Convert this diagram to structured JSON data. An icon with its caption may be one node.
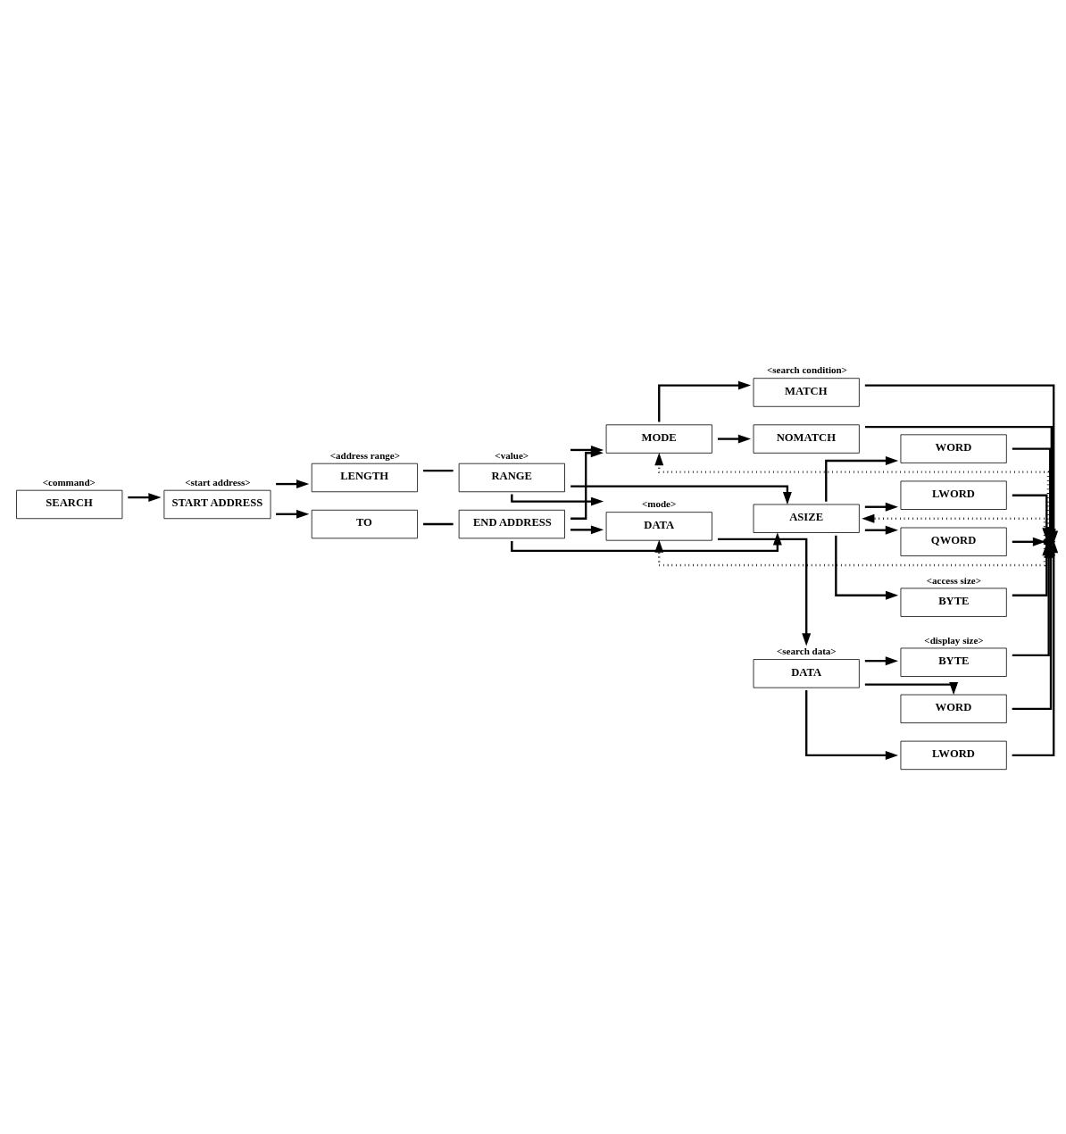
{
  "diagram": {
    "nodes": [
      {
        "text": [
          "SEARCH"
        ],
        "beside": [
          "<command>"
        ]
      },
      {
        "text": [
          "START ADDRESS"
        ],
        "beside": [
          "<start address>"
        ]
      },
      {
        "text": [
          "LENGTH"
        ],
        "beside": [
          "<address range>"
        ]
      },
      {
        "text": [
          "RANGE"
        ],
        "beside": [
          "<value>"
        ]
      },
      {
        "text": [
          "TO"
        ]
      },
      {
        "text": [
          "END ADDRESS"
        ]
      },
      {
        "text": [
          "DATA"
        ],
        "beside": [
          "<mode>"
        ]
      },
      {
        "text": [
          "DATA"
        ],
        "beside": [
          "<search data>"
        ]
      },
      {
        "text": [
          "BYTE"
        ],
        "beside": [
          "<display size>"
        ]
      },
      {
        "text": [
          "WORD"
        ]
      },
      {
        "text": [
          "LWORD"
        ]
      },
      {
        "text": [
          "MODE"
        ]
      },
      {
        "text": [
          "MATCH"
        ],
        "beside": [
          "<search condition>"
        ]
      },
      {
        "text": [
          "NOMATCH"
        ]
      },
      {
        "text": [
          "ASIZE"
        ]
      },
      {
        "text": [
          "BYTE"
        ],
        "beside": [
          "<access size>"
        ]
      },
      {
        "text": [
          "WORD"
        ]
      },
      {
        "text": [
          "LWORD"
        ]
      },
      {
        "text": [
          "QWORD"
        ]
      },
      {
        "text": [],
        "shape": "diamond"
      }
    ],
    "edges": [
      {
        "from": 0,
        "to": 1,
        "arrow": "to"
      },
      {
        "from": 1,
        "to": 2,
        "arrow": "to"
      },
      {
        "from": 1,
        "to": 4,
        "arrow": "to"
      },
      {
        "from": 2,
        "to": 3,
        "arrow": "none"
      },
      {
        "from": 4,
        "to": 5,
        "arrow": "none"
      },
      {
        "from": 3,
        "to": 6,
        "arrow": "to"
      },
      {
        "from": 3,
        "to": 11,
        "arrow": "to"
      },
      {
        "from": 3,
        "to": 14,
        "arrow": "to"
      },
      {
        "from": 5,
        "to": 6,
        "arrow": "to"
      },
      {
        "from": 5,
        "to": 11,
        "arrow": "to"
      },
      {
        "from": 5,
        "to": 14,
        "arrow": "to"
      },
      {
        "from": 6,
        "to": 7,
        "arrow": "to"
      },
      {
        "from": 7,
        "to": 8,
        "arrow": "to"
      },
      {
        "from": 7,
        "to": 9,
        "arrow": "to"
      },
      {
        "from": 7,
        "to": 10,
        "arrow": "to"
      },
      {
        "from": 8,
        "to": 19,
        "arrow": "to"
      },
      {
        "from": 9,
        "to": 19,
        "arrow": "to"
      },
      {
        "from": 10,
        "to": 19,
        "arrow": "to"
      },
      {
        "from": 11,
        "to": 12,
        "arrow": "to"
      },
      {
        "from": 11,
        "to": 13,
        "arrow": "to"
      },
      {
        "from": 12,
        "to": 19,
        "arrow": "to"
      },
      {
        "from": 13,
        "to": 19,
        "arrow": "to"
      },
      {
        "from": 14,
        "to": 15,
        "arrow": "to"
      },
      {
        "from": 14,
        "to": 16,
        "arrow": "to"
      },
      {
        "from": 14,
        "to": 17,
        "arrow": "to"
      },
      {
        "from": 14,
        "to": 18,
        "arrow": "to"
      },
      {
        "from": 15,
        "to": 19,
        "arrow": "to"
      },
      {
        "from": 16,
        "to": 19,
        "arrow": "to"
      },
      {
        "from": 17,
        "to": 19,
        "arrow": "to"
      },
      {
        "from": 18,
        "to": 19,
        "arrow": "to"
      },
      {
        "from": 19,
        "to": 6,
        "arrow": "to",
        "style": "dashed"
      },
      {
        "from": 19,
        "to": 11,
        "arrow": "to",
        "style": "dashed"
      },
      {
        "from": 19,
        "to": 14,
        "arrow": "to",
        "style": "dashed"
      }
    ]
  }
}
